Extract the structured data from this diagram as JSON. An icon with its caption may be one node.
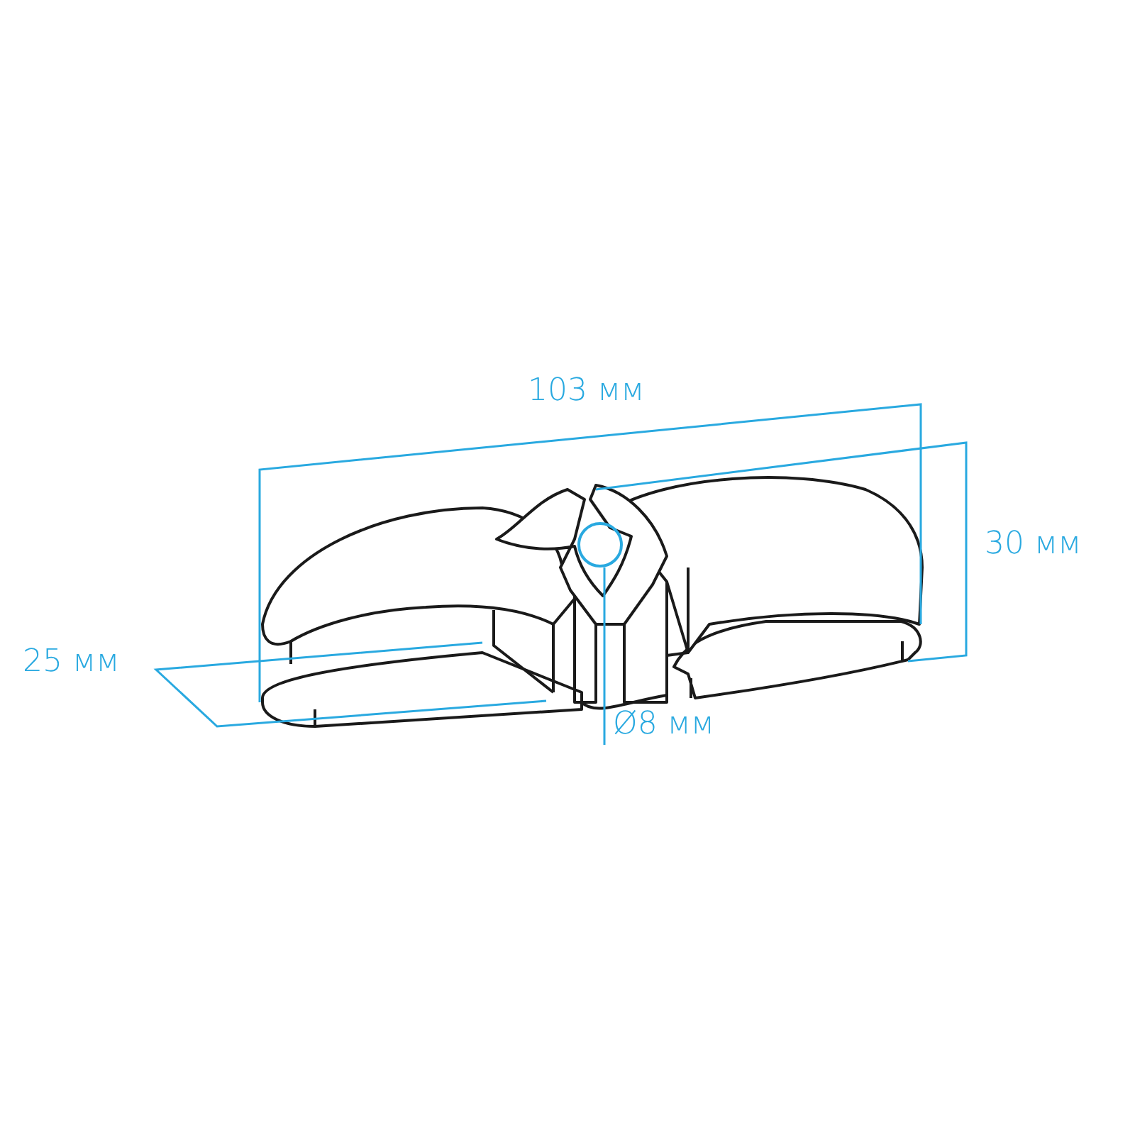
{
  "diagram": {
    "labels": [
      "103 мм",
      "30 мм",
      "25 мм",
      "Ø8 мм"
    ]
  }
}
